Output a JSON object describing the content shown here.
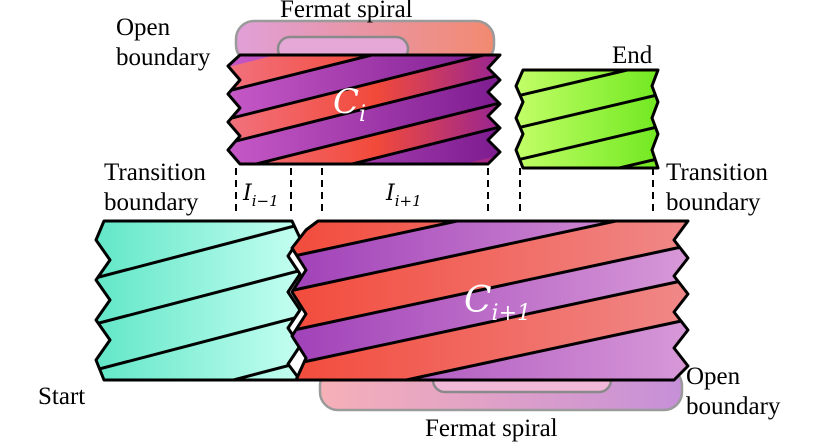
{
  "labels": {
    "fermat_top": "Fermat spiral",
    "open_top_1": "Open",
    "open_top_2": "boundary",
    "end": "End",
    "transition_left_1": "Transition",
    "transition_left_2": "boundary",
    "transition_right_1": "Transition",
    "transition_right_2": "boundary",
    "start": "Start",
    "open_bottom_1": "Open",
    "open_bottom_2": "boundary",
    "fermat_bottom": "Fermat spiral"
  },
  "math": {
    "ci_base": "C",
    "ci_sub": "i",
    "ci1_base": "C",
    "ci1_sub": "i+1",
    "im1_base": "I",
    "im1_sub": "i−1",
    "ip1_base": "I",
    "ip1_sub": "i+1"
  },
  "colors": {
    "red": "#f24a3a",
    "purple": "#9b3fb0",
    "dark_purple": "#8a1fa0",
    "pink": "#f2798a",
    "green": "#8ef22a",
    "cyan": "#7ff2d8"
  }
}
